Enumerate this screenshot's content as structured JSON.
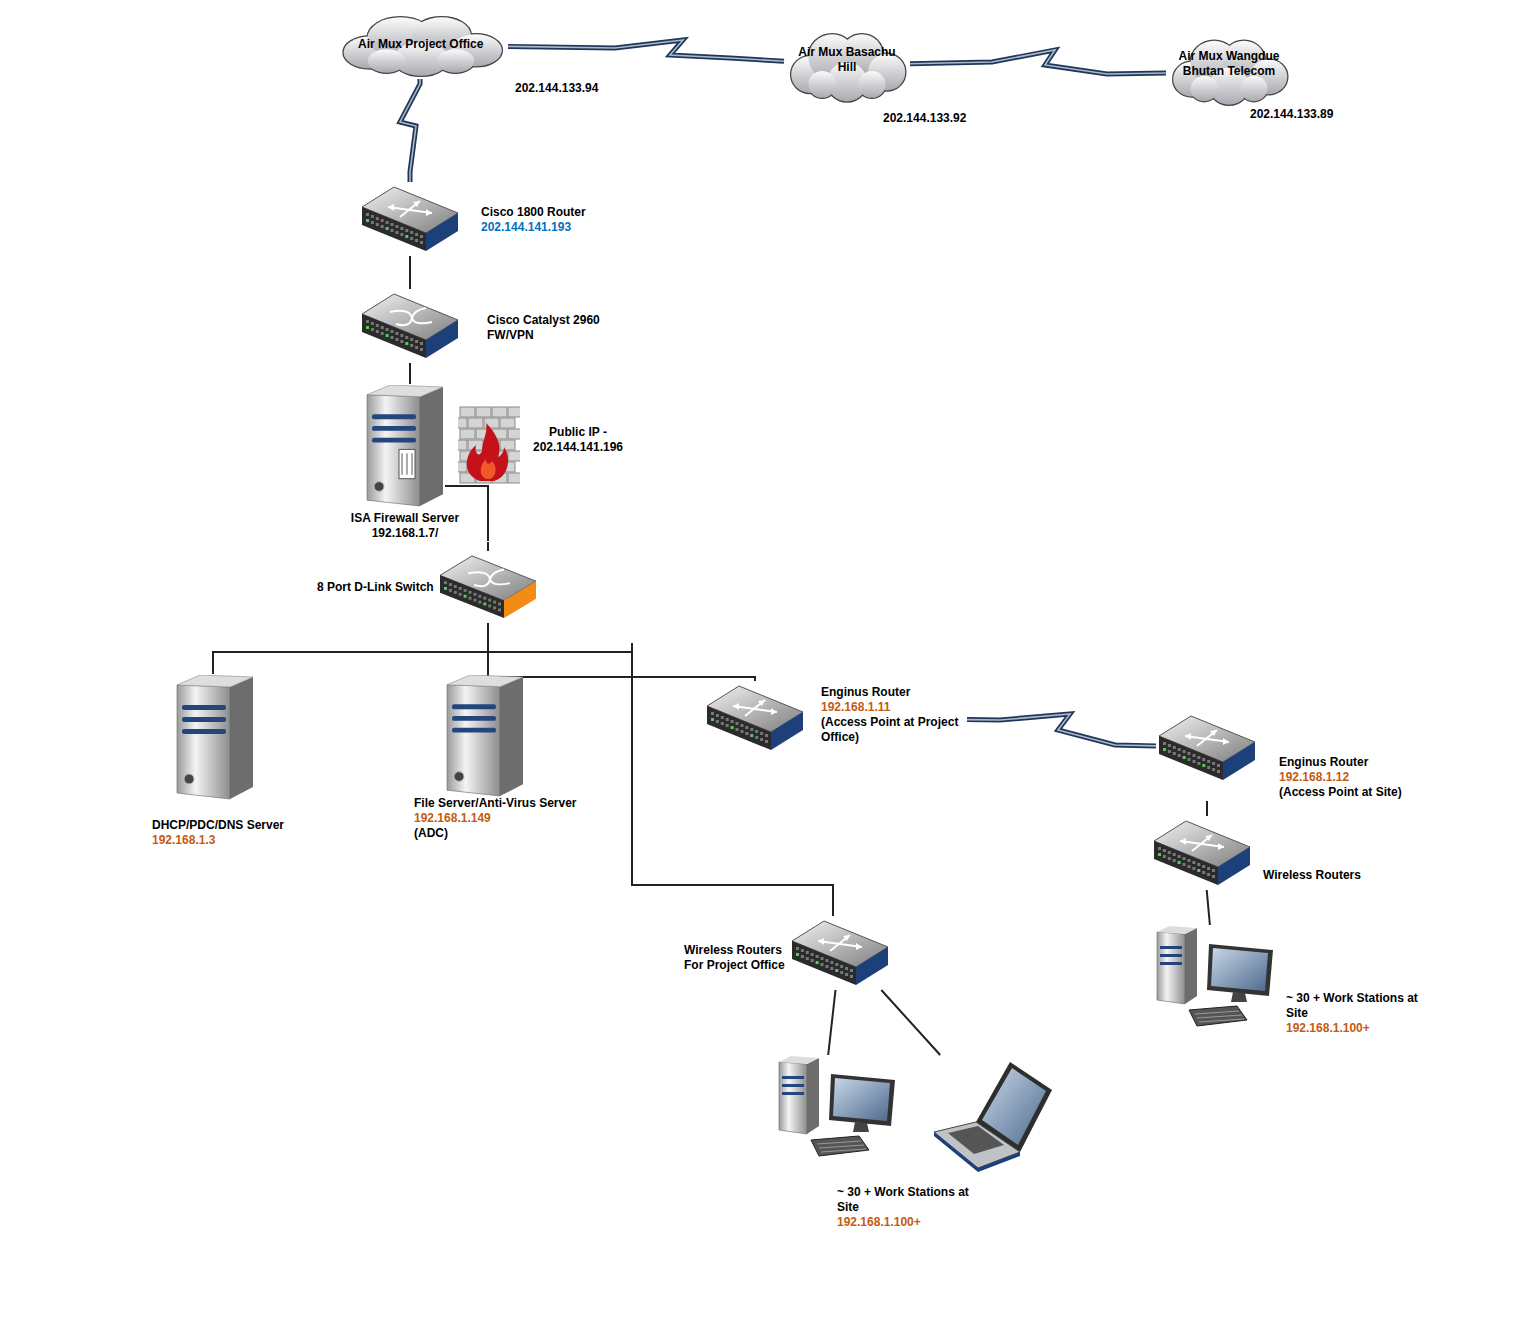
{
  "diagram": {
    "nodes": [
      {
        "text": [
          "Air Mux Project Office"
        ]
      },
      {
        "text": [
          "Air Mux Basachu Hill"
        ]
      },
      {
        "text": [
          "Air Mux Wangdue Bhutan Telecom"
        ]
      },
      {
        "text": [
          "Cisco 1800 Router",
          "202.144.141.193"
        ]
      },
      {
        "text": [
          "Cisco Catalyst 2960 FW/VPN"
        ]
      },
      {
        "text": [
          "Public IP - 202.144.141.196",
          "ISA Firewall Server 192.168.1.7/"
        ]
      },
      {
        "text": [
          "8 Port D-Link Switch"
        ]
      },
      {
        "text": [
          "DHCP/PDC/DNS Server",
          "192.168.1.3"
        ]
      },
      {
        "text": [
          "File Server/Anti-Virus Server",
          "192.168.1.149",
          "(ADC)"
        ]
      },
      {
        "text": [
          "Enginus Router",
          "192.168.1.11",
          "(Access Point at Project Office)"
        ]
      },
      {
        "text": [
          "Enginus Router",
          "192.168.1.12",
          "(Access Point at Site)"
        ]
      },
      {
        "text": [
          "Wireless Routers"
        ]
      },
      {
        "text": [
          "~ 30 + Work Stations at Site",
          "192.168.1.100+"
        ]
      },
      {
        "text": [
          "Wireless Routers For Project Office"
        ]
      },
      {
        "text": [
          "~ 30 + Work Stations at Site",
          "192.168.1.100+"
        ]
      }
    ],
    "edges": [
      {
        "from": 0,
        "to": 1,
        "arrow": "none"
      },
      {
        "from": 1,
        "to": 2,
        "arrow": "none"
      },
      {
        "from": 0,
        "to": 3,
        "arrow": "none"
      },
      {
        "from": 3,
        "to": 4,
        "arrow": "none"
      },
      {
        "from": 4,
        "to": 5,
        "arrow": "none"
      },
      {
        "from": 5,
        "to": 6,
        "arrow": "none"
      },
      {
        "from": 6,
        "to": 7,
        "arrow": "none"
      },
      {
        "from": 6,
        "to": 8,
        "arrow": "none"
      },
      {
        "from": 6,
        "to": 9,
        "arrow": "none"
      },
      {
        "from": 6,
        "to": 13,
        "arrow": "none"
      },
      {
        "from": 9,
        "to": 10,
        "arrow": "none"
      },
      {
        "from": 10,
        "to": 11,
        "arrow": "none"
      },
      {
        "from": 11,
        "to": 12,
        "arrow": "none"
      },
      {
        "from": 13,
        "to": 14,
        "arrow": "none"
      },
      {
        "from": 13,
        "to": 14,
        "arrow": "none"
      }
    ],
    "labels": [
      "202.144.133.94",
      "202.144.133.92",
      "202.144.133.89"
    ]
  }
}
